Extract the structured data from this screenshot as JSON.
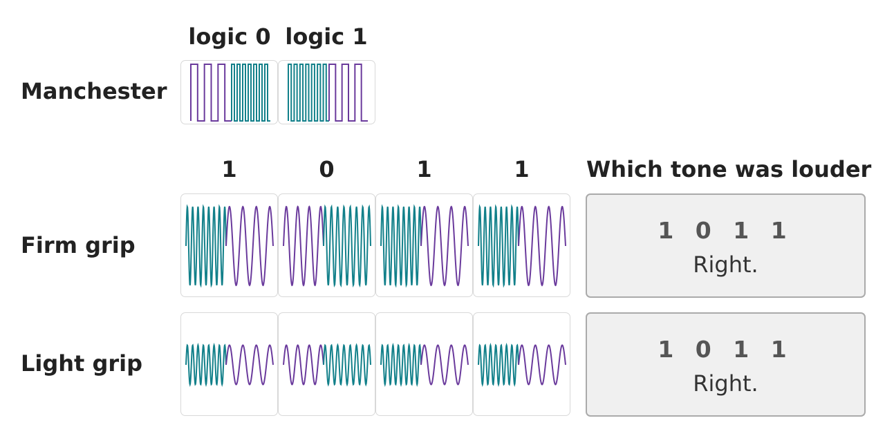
{
  "colors": {
    "teal": "#12808a",
    "purple": "#6a3a9c"
  },
  "manchester": {
    "row_label": "Manchester",
    "headers": [
      "logic 0",
      "logic 1"
    ]
  },
  "grip": {
    "bit_headers": [
      "1",
      "0",
      "1",
      "1"
    ],
    "answer_header": "Which tone was louder",
    "firm": {
      "row_label": "Firm grip",
      "bits_text": "1 0 1 1",
      "verdict": "Right."
    },
    "light": {
      "row_label": "Light grip",
      "bits_text": "1 0 1 1",
      "verdict": "Right."
    }
  }
}
